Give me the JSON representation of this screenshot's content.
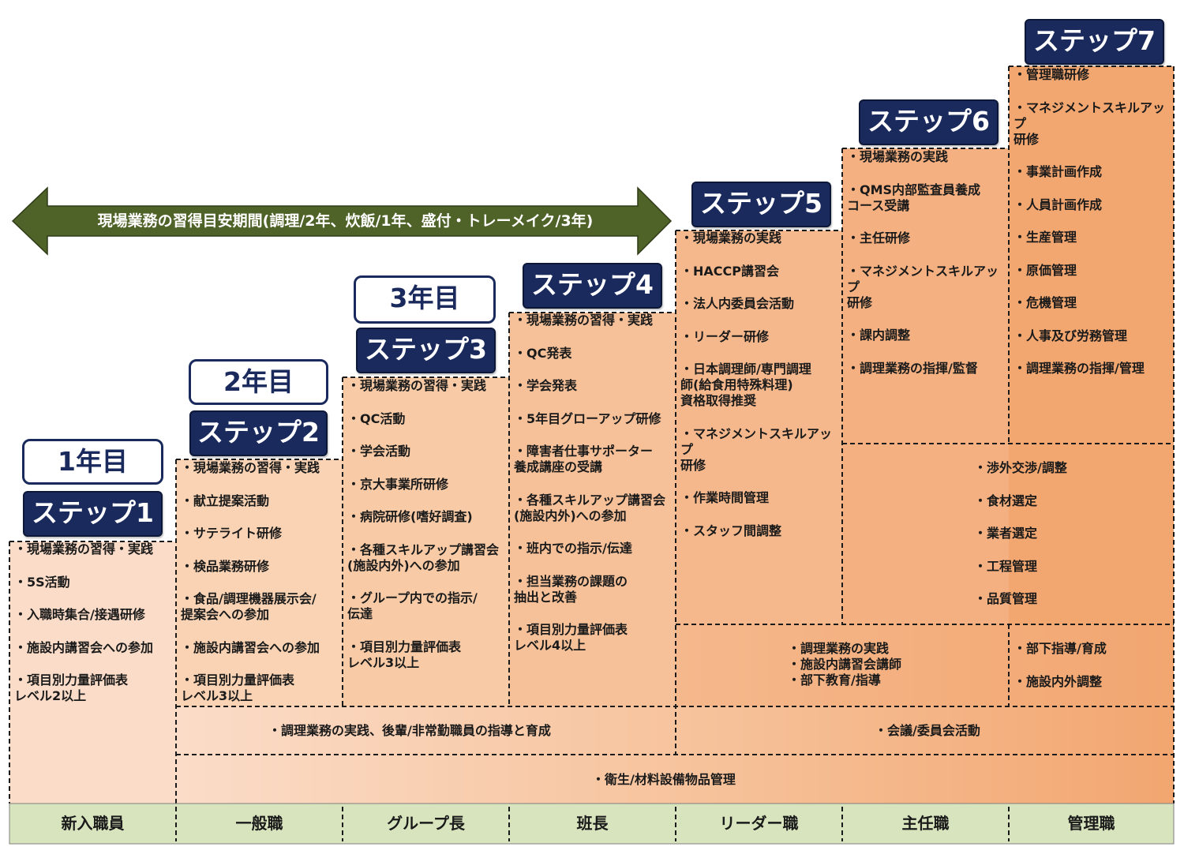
{
  "arrow": {
    "label": "現場業務の習得目安期間(調理/2年、炊飯/1年、盛付・トレーメイク/3年)"
  },
  "years": [
    "1年目",
    "2年目",
    "3年目"
  ],
  "steps": [
    "ステップ1",
    "ステップ2",
    "ステップ3",
    "ステップ4",
    "ステップ5",
    "ステップ6",
    "ステップ7"
  ],
  "columns": [
    {
      "items": [
        "・現場業務の習得・実践",
        "・5S活動",
        "・入職時集合/接遇研修",
        "・施設内講習会への参加",
        "・項目別力量評価表\n  レベル2以上"
      ]
    },
    {
      "items": [
        "・現場業務の習得・実践",
        "・献立提案活動",
        "・サテライト研修",
        "・検品業務研修",
        "・食品/調理機器展示会/\n  提案会への参加",
        "・施設内講習会への参加",
        "・項目別力量評価表\n  レベル3以上"
      ]
    },
    {
      "items": [
        "・現場業務の習得・実践",
        "・QC活動",
        "・学会活動",
        "・京大事業所研修",
        "・病院研修(嗜好調査)",
        "・各種スキルアップ講習会\n  (施設内外)への参加",
        "・グループ内での指示/\n  伝達",
        "・項目別力量評価表\n  レベル3以上"
      ]
    },
    {
      "items": [
        "・現場業務の習得・実践",
        "・QC発表",
        "・学会発表",
        "・5年目グローアップ研修",
        "・障害者仕事サポーター\n  養成講座の受講",
        "・各種スキルアップ講習会\n  (施設内外)への参加",
        "・班内での指示/伝達",
        "・担当業務の課題の\n  抽出と改善",
        "・項目別力量評価表\n  レベル4以上"
      ]
    },
    {
      "items": [
        "・現場業務の実践",
        "・HACCP講習会",
        "・法人内委員会活動",
        "・リーダー研修",
        "・日本調理師/専門調理\n  師(給食用特殊料理)\n  資格取得推奨",
        "・マネジメントスキルアップ\n  研修",
        "・作業時間管理",
        "・スタッフ間調整"
      ]
    },
    {
      "items": [
        "・現場業務の実践",
        "・QMS内部監査員養成\n  コース受講",
        "・主任研修",
        "・マネジメントスキルアップ\n  研修",
        "・課内調整",
        "・調理業務の指揮/監督"
      ]
    },
    {
      "items": [
        "・管理職研修",
        "・マネジメントスキルアップ\n  研修",
        "・事業計画作成",
        "・人員計画作成",
        "・生産管理",
        "・原価管理",
        "・危機管理",
        "・人事及び労務管理",
        "・調理業務の指揮/管理"
      ]
    }
  ],
  "shared": {
    "mgmt_items": [
      "・渉外交渉/調整",
      "・食材選定",
      "・業者選定",
      "・工程管理",
      "・品質管理"
    ],
    "leader_items": "・調理業務の実践\n・施設内講習会講師\n・部下教育/指導",
    "manager_items": [
      "・部下指導/育成",
      "・施設内外調整"
    ],
    "training_band": "・調理業務の実践、後輩/非常勤職員の指導と育成",
    "meeting_band": "・会議/委員会活動",
    "hygiene_band": "・衛生/材料設備物品管理"
  },
  "grades": [
    "新入職員",
    "一般職",
    "グループ長",
    "班長",
    "リーダー職",
    "主任職",
    "管理職"
  ],
  "colors": {
    "col1": "#fbdcc8",
    "col2": "#f9d3b3",
    "col3": "#f8cba6",
    "col4": "#f6c199",
    "col5": "#f5b88c",
    "col6": "#f4b080",
    "col7": "#f2a670",
    "step_bg": "#1a2a5c",
    "arrow": "#4f6228",
    "grade_bg": "#d7e4bd"
  }
}
